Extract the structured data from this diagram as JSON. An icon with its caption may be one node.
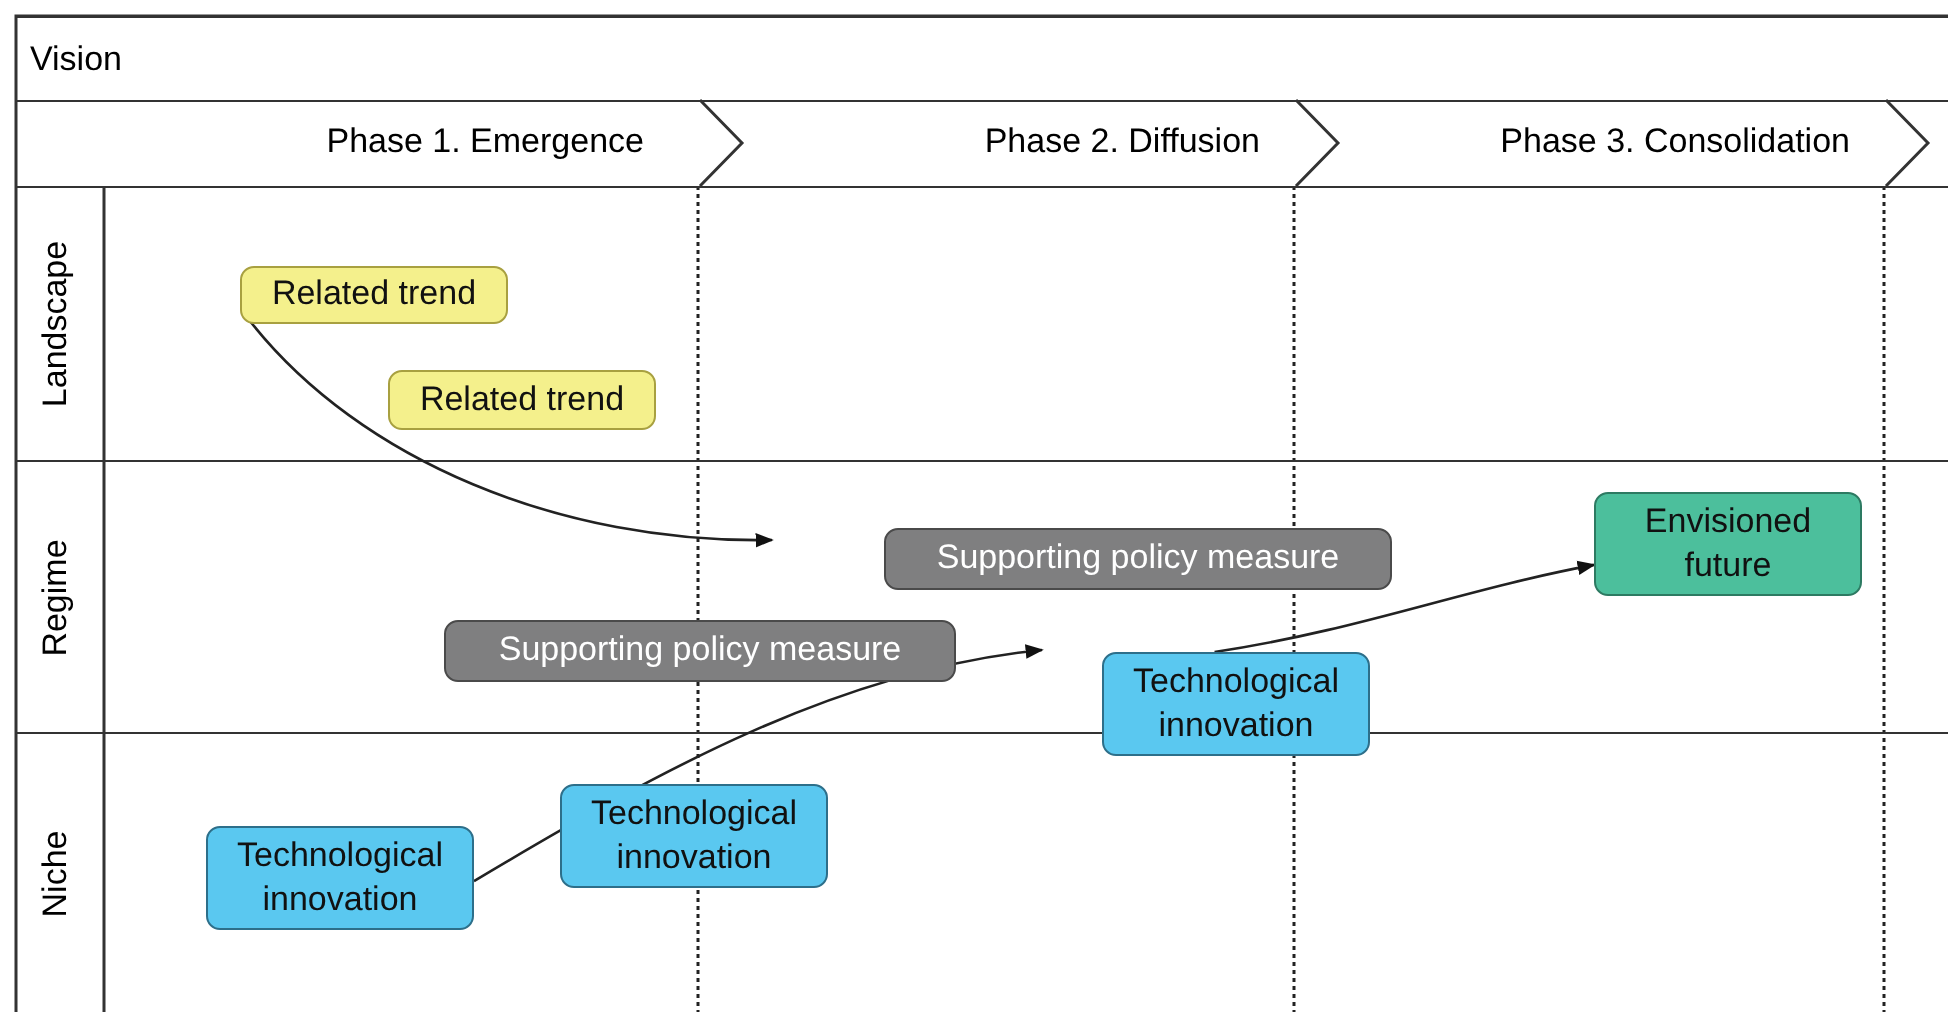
{
  "diagram": {
    "nodes": [
      {
        "text": [
          "Vision"
        ]
      },
      {
        "text": [
          "Phase 1. Emergence"
        ]
      },
      {
        "text": [
          "Phase 2. Diffusion"
        ]
      },
      {
        "text": [
          "Phase 3. Consolidation"
        ]
      },
      {
        "text": [
          "Landscape"
        ]
      },
      {
        "text": [
          "Regime"
        ]
      },
      {
        "text": [
          "Niche"
        ]
      },
      {
        "text": [
          "Related trend"
        ],
        "in": 4
      },
      {
        "text": [
          "Related trend"
        ],
        "in": 4
      },
      {
        "text": [
          "Supporting policy measure"
        ],
        "in": 5
      },
      {
        "text": [
          "Supporting policy measure"
        ],
        "in": 5
      },
      {
        "text": [
          "Envisioned future"
        ],
        "in": 5
      },
      {
        "text": [
          "Technological innovation"
        ]
      },
      {
        "text": [
          "Technological innovation"
        ],
        "in": 6
      },
      {
        "text": [
          "Technological innovation"
        ],
        "in": 6
      }
    ],
    "edges": [
      {
        "from": 7,
        "to": null,
        "arrow": "to"
      },
      {
        "from": 13,
        "to": null,
        "arrow": "to"
      },
      {
        "from": 12,
        "to": 11,
        "arrow": "to"
      }
    ]
  }
}
